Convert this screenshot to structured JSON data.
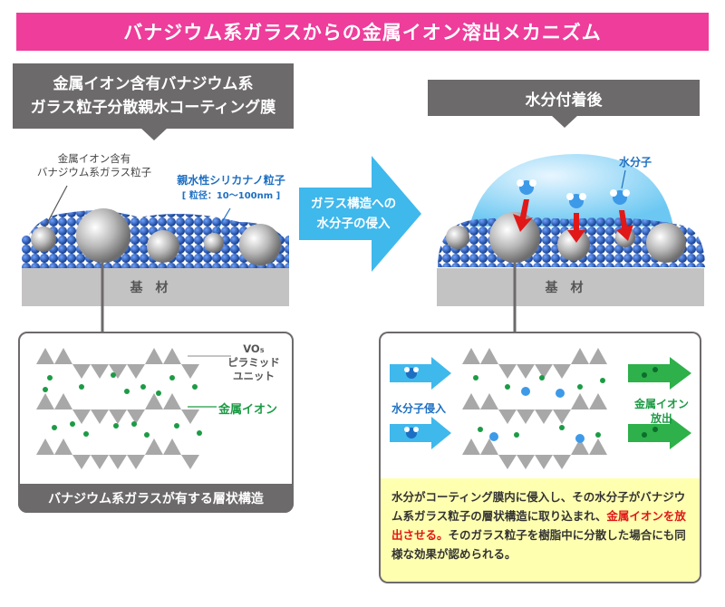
{
  "title": "バナジウム系ガラスからの金属イオン溶出メカニズム",
  "left": {
    "label_line1": "金属イオン含有バナジウム系",
    "label_line2": "ガラス粒子分散親水コーティング膜",
    "particle_label_line1": "金属イオン含有",
    "particle_label_line2": "バナジウム系ガラス粒子",
    "silica_label": "親水性シリカナノ粒子",
    "silica_size": "[ 粒径：10～100nm ]",
    "substrate": "基材",
    "vo_label_line1": "VO₅",
    "vo_label_line2": "ピラミッド",
    "vo_label_line3": "ユニット",
    "metal_ion_label": "金属イオン",
    "panel_caption": "バナジウム系ガラスが有する層状構造"
  },
  "arrow": {
    "line1": "ガラス構造への",
    "line2": "水分子の侵入"
  },
  "right": {
    "label": "水分付着後",
    "water_label": "水分子",
    "substrate": "基材",
    "water_in_label": "水分子侵入",
    "ion_out_line1": "金属イオン",
    "ion_out_line2": "放出",
    "desc_part1": "水分がコーティング膜内に侵入し、その水分子がバナジウム系ガラス粒子の層状構造に取り込まれ、",
    "desc_highlight": "金属イオンを放出させる。",
    "desc_part2": "そのガラス粒子を樹脂中に分散した場合にも同様な効果が認められる。"
  },
  "colors": {
    "title_bg": "#ee3d9b",
    "label_bg": "#6d6a6b",
    "arrow_blue": "#3fb8ec",
    "silica_blue": "#1f56b5",
    "ion_green": "#1c9b45",
    "water_red": "#e01818",
    "desc_bg": "#ffffb0"
  }
}
